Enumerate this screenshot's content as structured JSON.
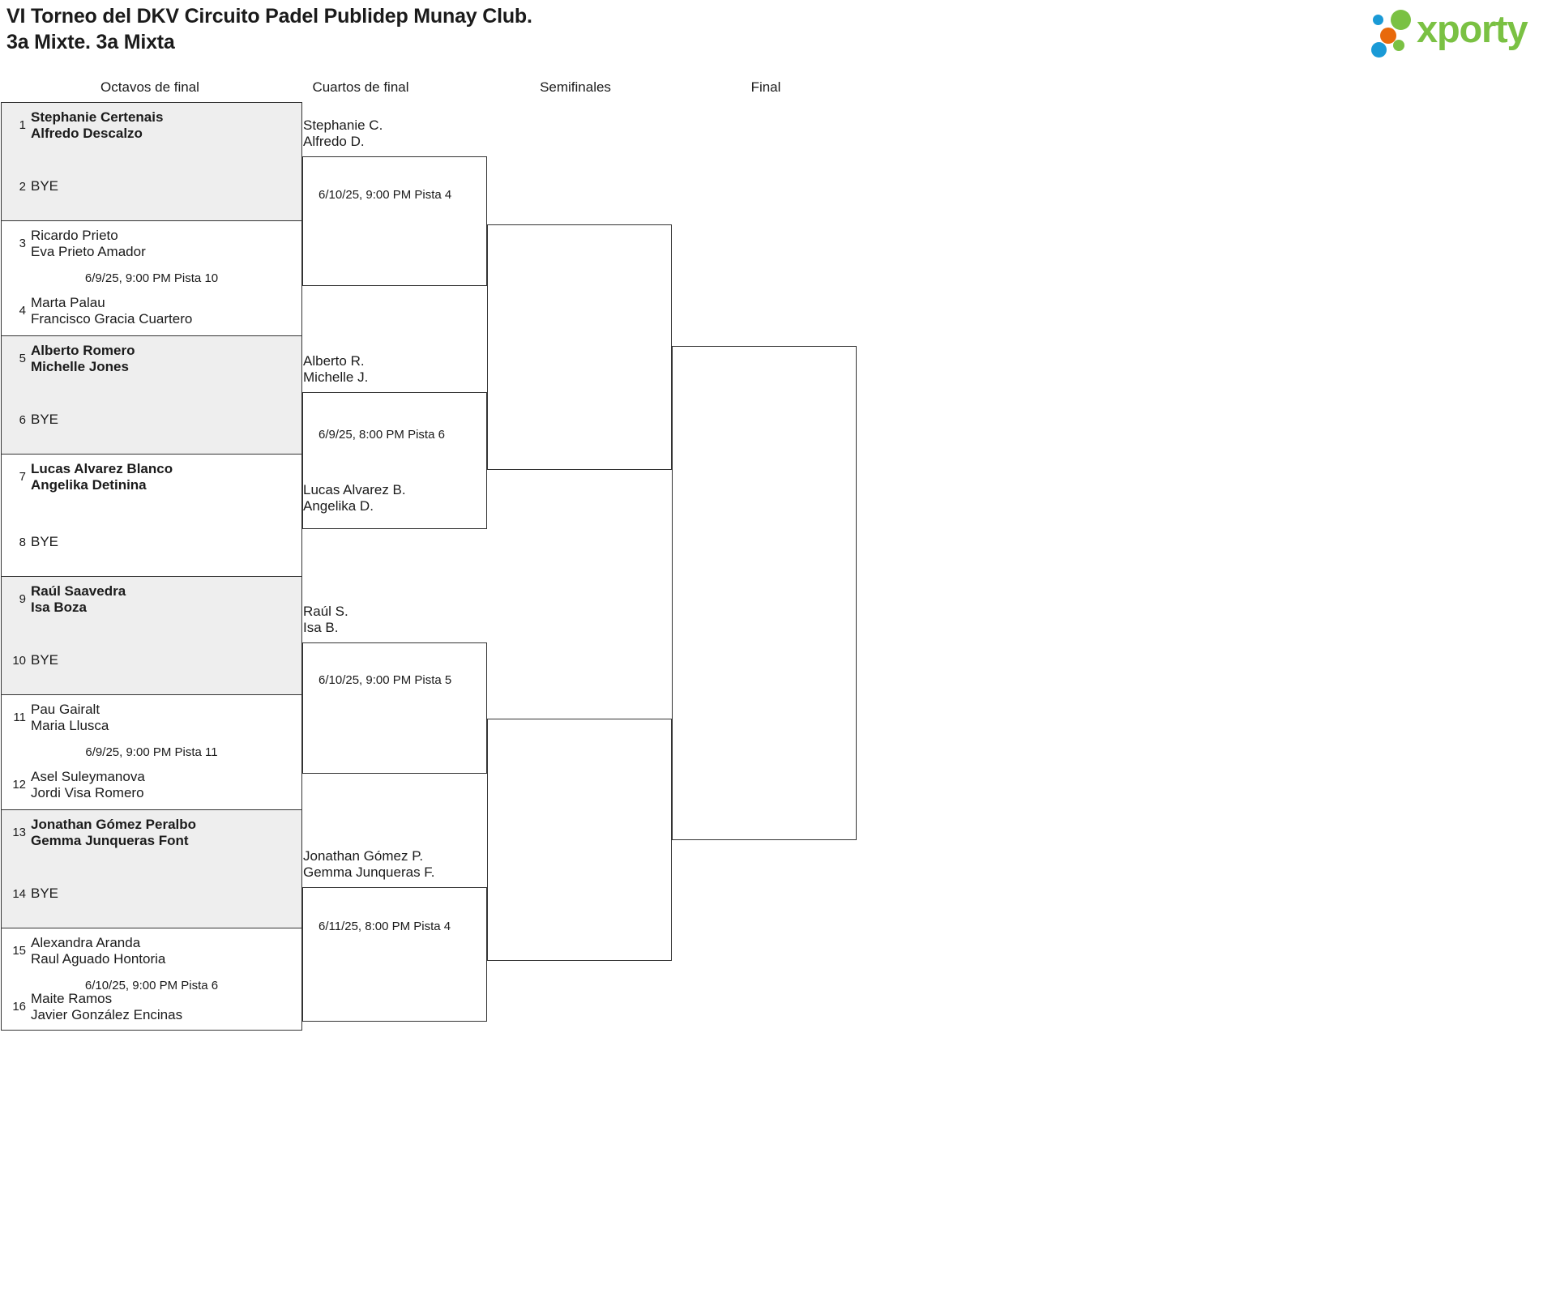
{
  "header": {
    "title_line1": "VI Torneo del DKV Circuito Padel Publidep Munay Club.",
    "title_line2": "3a Mixte. 3a Mixta",
    "logo_word": "xporty",
    "logo_colors": {
      "green": "#7ac143",
      "blue": "#1a9ad6",
      "orange": "#e8690b"
    }
  },
  "rounds": [
    {
      "label": "Octavos de final"
    },
    {
      "label": "Cuartos de final"
    },
    {
      "label": "Semifinales"
    },
    {
      "label": "Final"
    }
  ],
  "octavos": {
    "pairs": [
      {
        "shaded": true,
        "top": {
          "seed": "1",
          "line1": "Stephanie Certenais",
          "line2": "Alfredo Descalzo",
          "winner": true
        },
        "bottom": {
          "seed": "2",
          "bye": "BYE"
        },
        "match_info": ""
      },
      {
        "shaded": false,
        "top": {
          "seed": "3",
          "line1": "Ricardo Prieto",
          "line2": "Eva Prieto Amador",
          "winner": false
        },
        "bottom": {
          "seed": "4",
          "line1": "Marta Palau",
          "line2": "Francisco Gracia Cuartero",
          "winner": false
        },
        "match_info": "6/9/25, 9:00 PM Pista 10"
      },
      {
        "shaded": true,
        "top": {
          "seed": "5",
          "line1": "Alberto Romero",
          "line2": "Michelle Jones",
          "winner": true
        },
        "bottom": {
          "seed": "6",
          "bye": "BYE"
        },
        "match_info": ""
      },
      {
        "shaded": false,
        "top": {
          "seed": "7",
          "line1": "Lucas Alvarez Blanco",
          "line2": "Angelika Detinina",
          "winner": true
        },
        "bottom": {
          "seed": "8",
          "bye": "BYE"
        },
        "match_info": ""
      },
      {
        "shaded": true,
        "top": {
          "seed": "9",
          "line1": "Raúl Saavedra",
          "line2": "Isa Boza",
          "winner": true
        },
        "bottom": {
          "seed": "10",
          "bye": "BYE"
        },
        "match_info": ""
      },
      {
        "shaded": false,
        "top": {
          "seed": "11",
          "line1": "Pau Gairalt",
          "line2": "Maria Llusca",
          "winner": false
        },
        "bottom": {
          "seed": "12",
          "line1": "Asel Suleymanova",
          "line2": "Jordi Visa Romero",
          "winner": false
        },
        "match_info": "6/9/25, 9:00 PM Pista 11"
      },
      {
        "shaded": true,
        "top": {
          "seed": "13",
          "line1": "Jonathan Gómez Peralbo",
          "line2": "Gemma Junqueras Font",
          "winner": true
        },
        "bottom": {
          "seed": "14",
          "bye": "BYE"
        },
        "match_info": ""
      },
      {
        "shaded": false,
        "top": {
          "seed": "15",
          "line1": "Alexandra Aranda",
          "line2": "Raul Aguado Hontoria",
          "winner": false
        },
        "bottom": {
          "seed": "16",
          "line1": "Maite Ramos",
          "line2": "Javier González Encinas",
          "winner": false
        },
        "match_info": "6/10/25, 9:00 PM Pista 6"
      }
    ]
  },
  "cuartos": {
    "matches": [
      {
        "top_line1": "Stephanie C.",
        "top_line2": "Alfredo D.",
        "bottom_line1": "",
        "bottom_line2": "",
        "match_info": "6/10/25, 9:00 PM Pista 4"
      },
      {
        "top_line1": "Alberto R.",
        "top_line2": "Michelle J.",
        "bottom_line1": "Lucas Alvarez B.",
        "bottom_line2": "Angelika D.",
        "match_info": "6/9/25, 8:00 PM Pista 6"
      },
      {
        "top_line1": "Raúl S.",
        "top_line2": "Isa B.",
        "bottom_line1": "",
        "bottom_line2": "",
        "match_info": "6/10/25, 9:00 PM Pista 5"
      },
      {
        "top_line1": "Jonathan Gómez P.",
        "top_line2": "Gemma Junqueras F.",
        "bottom_line1": "",
        "bottom_line2": "",
        "match_info": "6/11/25, 8:00 PM Pista 4"
      }
    ]
  },
  "semifinales": {
    "matches": [
      {
        "top_line1": "",
        "top_line2": "",
        "bottom_line1": "",
        "bottom_line2": "",
        "match_info": ""
      },
      {
        "top_line1": "",
        "top_line2": "",
        "bottom_line1": "",
        "bottom_line2": "",
        "match_info": ""
      }
    ]
  },
  "final": {
    "matches": [
      {
        "top_line1": "",
        "top_line2": "",
        "bottom_line1": "",
        "bottom_line2": "",
        "match_info": ""
      }
    ]
  }
}
